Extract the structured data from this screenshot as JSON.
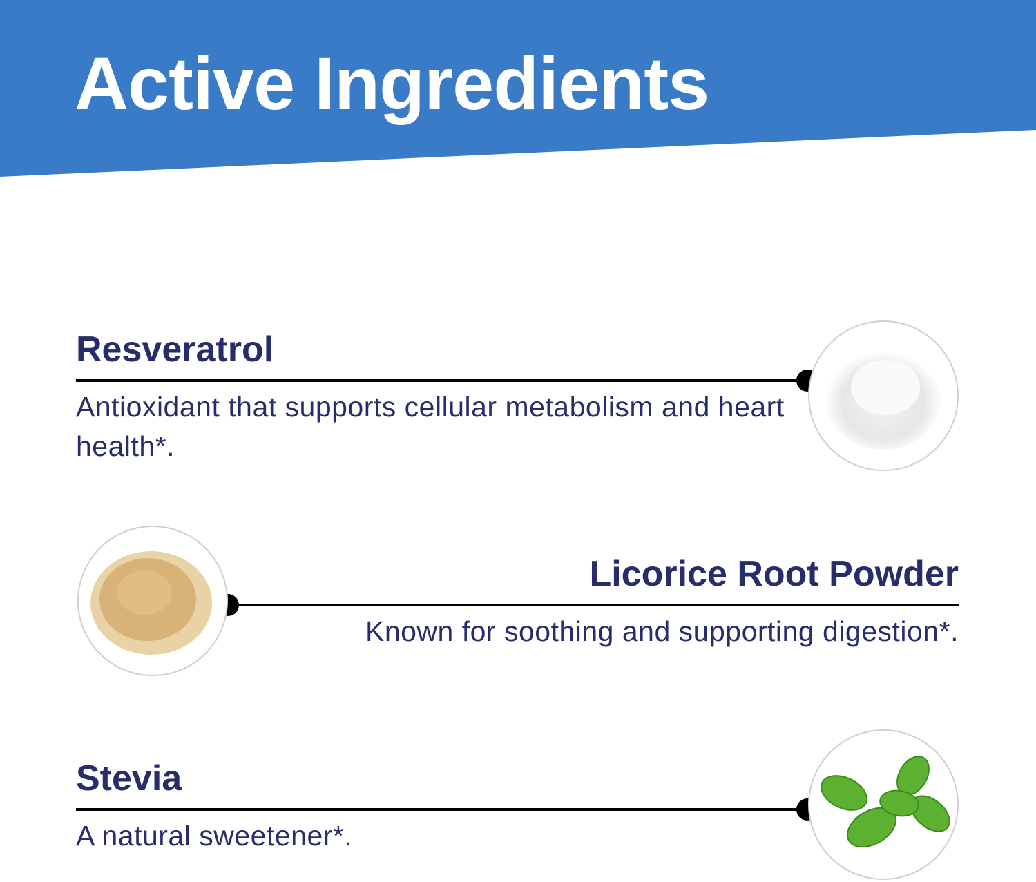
{
  "header": {
    "title": "Active Ingredients",
    "background_color": "#3a7bc8"
  },
  "ingredients": [
    {
      "name": "Resveratrol",
      "description": "Antioxidant that supports cellular metabolism and heart health*.",
      "image_icon": "white-powder-icon"
    },
    {
      "name": "Licorice Root Powder",
      "description": "Known for soothing and supporting digestion*.",
      "image_icon": "tan-powder-icon"
    },
    {
      "name": "Stevia",
      "description": "A natural sweetener*.",
      "image_icon": "stevia-leaves-icon"
    }
  ],
  "colors": {
    "text": "#272d6b",
    "line": "#000000"
  }
}
